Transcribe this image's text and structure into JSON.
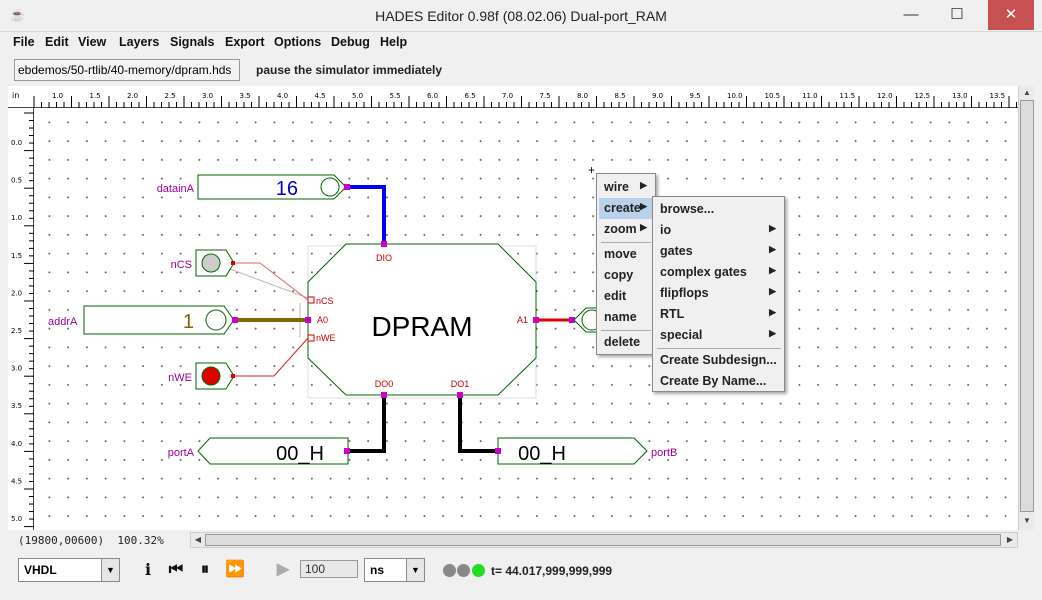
{
  "window": {
    "title": "HADES Editor 0.98f (08.02.06)   Dual-port_RAM",
    "minimize": "—",
    "maximize": "☐",
    "close": "✕"
  },
  "menubar": [
    "File",
    "Edit",
    "View",
    "Layers",
    "Signals",
    "Export",
    "Options",
    "Debug",
    "Help"
  ],
  "path_field": "ebdemos/50-rtlib/40-memory/dpram.hds",
  "status_message": "pause the simulator immediately",
  "ruler": {
    "unit": "in",
    "top_ticks": [
      "1.0",
      "1.5",
      "2.0",
      "2.5",
      "3.0",
      "3.5",
      "4.0",
      "4.5",
      "5.0",
      "5.5",
      "6.0",
      "6.5",
      "7.0",
      "7.5",
      "8.0",
      "8.5",
      "9.0",
      "9.5",
      "10.0",
      "10.5",
      "11.0",
      "11.5",
      "12.0",
      "12.5",
      "13.0",
      "13.5"
    ],
    "left_ticks": [
      "0.0",
      "0.5",
      "1.0",
      "1.5",
      "2.0",
      "2.5",
      "3.0",
      "3.5",
      "4.0",
      "4.5",
      "5.0"
    ]
  },
  "schematic": {
    "component_name": "DPRAM",
    "ports": {
      "dio": "DIO",
      "ncs": "nCS",
      "a0": "A0",
      "nwe": "nWE",
      "a1": "A1",
      "do0": "DO0",
      "do1": "DO1"
    },
    "datainA": {
      "label": "datainA",
      "value": "16"
    },
    "nCS": {
      "label": "nCS"
    },
    "addrA": {
      "label": "addrA",
      "value": "1"
    },
    "nWE": {
      "label": "nWE"
    },
    "portA": {
      "label": "portA",
      "value": "00_H"
    },
    "portB": {
      "label": "portB",
      "value": "00_H"
    },
    "colors": {
      "blue_wire": "#0000ee",
      "olive_wire": "#806600",
      "red_wire": "#dd0000",
      "pin": "#cc00cc",
      "label": "#990099"
    }
  },
  "context_menu": {
    "items": [
      "wire",
      "create",
      "zoom",
      "move",
      "copy",
      "edit",
      "name",
      "delete"
    ],
    "highlighted": "create"
  },
  "create_submenu": {
    "items": [
      "browse...",
      "io",
      "gates",
      "complex gates",
      "flipflops",
      "RTL",
      "special",
      "Create Subdesign...",
      "Create By Name..."
    ]
  },
  "footer": {
    "coords": "(19800,00600)",
    "zoom": "100.32%",
    "language": "VHDL",
    "step_value": "100",
    "time_unit": "ns",
    "sim_time": "t= 44.017,999,999,999",
    "info_icon": "i",
    "rewind_icon": "⏮",
    "pause_icon": "⏸",
    "fast_forward_icon": "⏩",
    "step_icon": "▶"
  }
}
